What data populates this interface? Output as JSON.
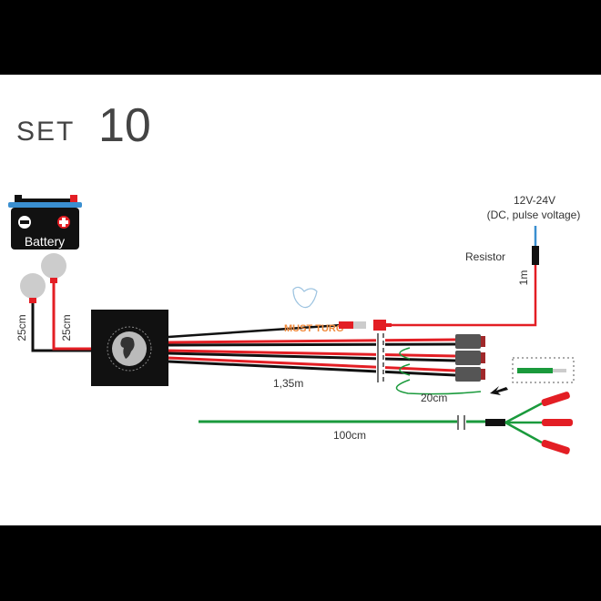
{
  "title": {
    "prefix": "SET",
    "number": "10"
  },
  "battery": {
    "label": "Battery",
    "minus": "−",
    "plus": "+"
  },
  "labels": {
    "neg_wire_length": "25cm",
    "pos_wire_length": "25cm",
    "harness_length": "1,35m",
    "switch_wire_length": "20cm",
    "green_wire_length": "100cm",
    "resistor": "Resistor",
    "resistor_wire_length": "1m",
    "voltage": "12V-24V",
    "voltage_note": "(DC, pulse voltage)"
  },
  "watermark": "MUST TURG",
  "colors": {
    "red": "#e31e24",
    "black": "#111111",
    "green": "#1a9a3c",
    "blue": "#3a8fd0",
    "grey": "#cccccc",
    "connector": "#555555"
  }
}
